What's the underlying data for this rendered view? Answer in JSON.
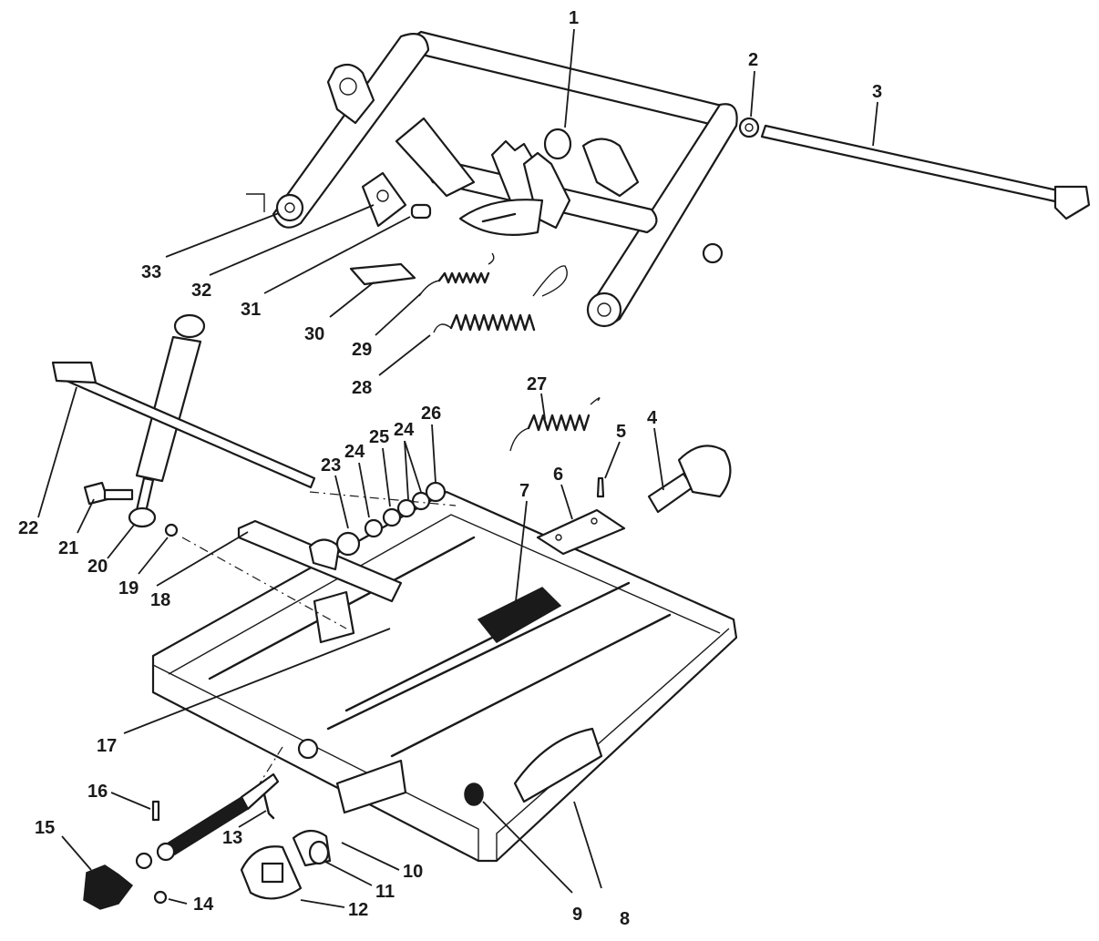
{
  "callouts": [
    {
      "id": "1",
      "text": "1"
    },
    {
      "id": "2",
      "text": "2"
    },
    {
      "id": "3",
      "text": "3"
    },
    {
      "id": "4",
      "text": "4"
    },
    {
      "id": "5",
      "text": "5"
    },
    {
      "id": "6",
      "text": "6"
    },
    {
      "id": "7",
      "text": "7"
    },
    {
      "id": "8",
      "text": "8"
    },
    {
      "id": "9",
      "text": "9"
    },
    {
      "id": "10",
      "text": "10"
    },
    {
      "id": "11",
      "text": "11"
    },
    {
      "id": "12",
      "text": "12"
    },
    {
      "id": "13",
      "text": "13"
    },
    {
      "id": "14",
      "text": "14"
    },
    {
      "id": "15",
      "text": "15"
    },
    {
      "id": "16",
      "text": "16"
    },
    {
      "id": "17",
      "text": "17"
    },
    {
      "id": "18",
      "text": "18"
    },
    {
      "id": "19",
      "text": "19"
    },
    {
      "id": "20",
      "text": "20"
    },
    {
      "id": "21",
      "text": "21"
    },
    {
      "id": "22",
      "text": "22"
    },
    {
      "id": "23",
      "text": "23"
    },
    {
      "id": "24a",
      "text": "24"
    },
    {
      "id": "25",
      "text": "25"
    },
    {
      "id": "24b",
      "text": "24"
    },
    {
      "id": "26",
      "text": "26"
    },
    {
      "id": "27",
      "text": "27"
    },
    {
      "id": "28",
      "text": "28"
    },
    {
      "id": "29",
      "text": "29"
    },
    {
      "id": "30",
      "text": "30"
    },
    {
      "id": "31",
      "text": "31"
    },
    {
      "id": "32",
      "text": "32"
    },
    {
      "id": "33",
      "text": "33"
    }
  ]
}
